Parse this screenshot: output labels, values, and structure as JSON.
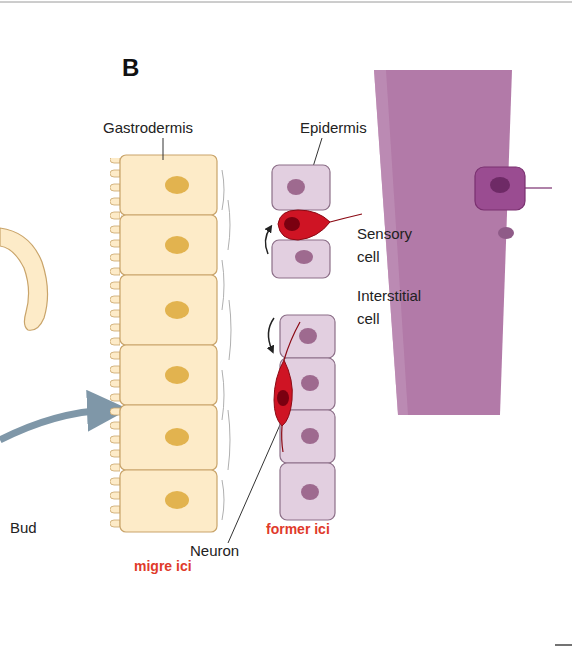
{
  "diagram": {
    "labels": [
      "B",
      "Gastrodermis",
      "Epidermis",
      "Sensory cell",
      "Interstitial cell",
      "Bud",
      "Neuron",
      "migre ici",
      "former ici"
    ]
  }
}
